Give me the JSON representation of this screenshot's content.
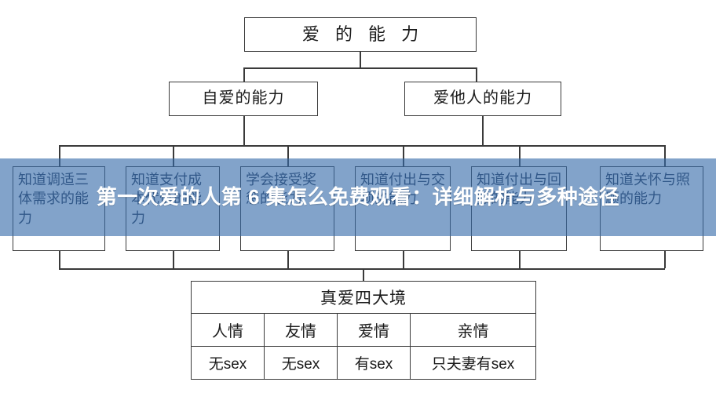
{
  "diagram": {
    "root": {
      "label": "爱 的 能 力"
    },
    "level2": [
      {
        "label": "自爱的能力"
      },
      {
        "label": "爱他人的能力"
      }
    ],
    "level3": [
      {
        "label": "知道调适三体需求的能力"
      },
      {
        "label": "知道支付成本代价的能力"
      },
      {
        "label": "学会接受奖惩的能力"
      },
      {
        "label": "知道付出与交项的能力"
      },
      {
        "label": "知道付出与回报的能力"
      },
      {
        "label": "知道关怀与照顾的能力"
      }
    ],
    "table": {
      "title": "真爱四大境",
      "rows": [
        [
          "人情",
          "友情",
          "爱情",
          "亲情"
        ],
        [
          "无sex",
          "无sex",
          "有sex",
          "只夫妻有sex"
        ]
      ]
    }
  },
  "overlay": {
    "headline": "第一次爱的人第 6 集怎么免费观看：详细解析与多种途径",
    "background_color": "#366aaa",
    "text_color": "#ffffff"
  },
  "colors": {
    "line": "#3a3a3a",
    "node_text": "#1a1a1a",
    "leaf_text": "#2b3b55",
    "page_background": "#ffffff"
  }
}
